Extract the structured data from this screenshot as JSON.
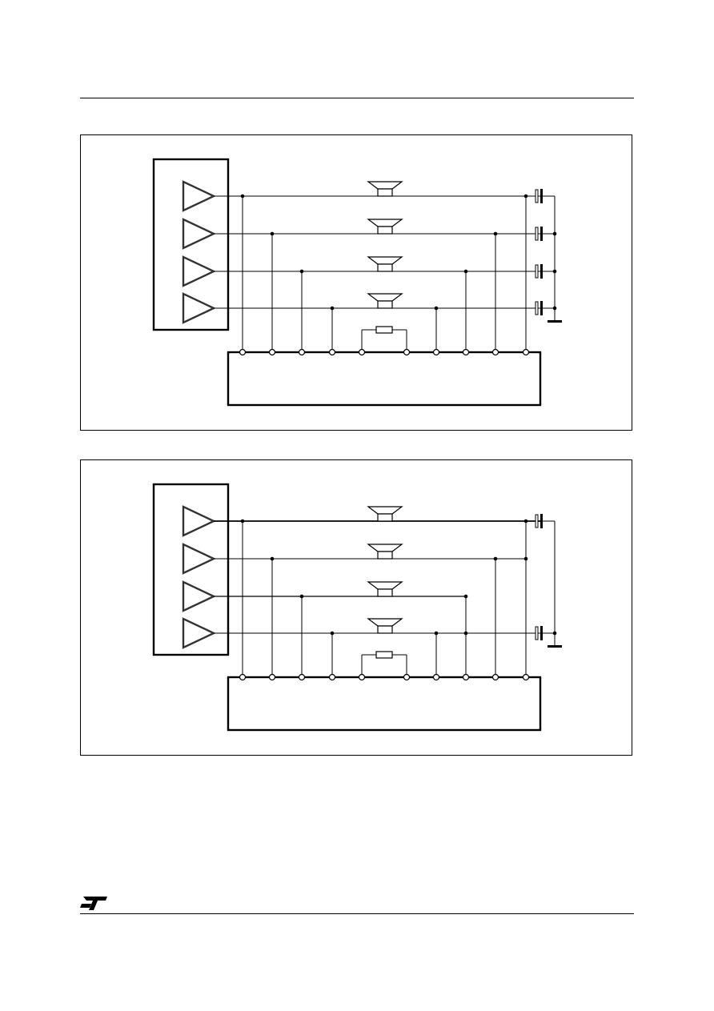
{
  "page": {
    "logo_text": "ST",
    "colors": {
      "ink": "#000000",
      "amp_fill": "#ffffff",
      "amp_stroke": "#333333"
    }
  },
  "figures": [
    {
      "id": "upper",
      "amplifiers": 4,
      "speakers": 4,
      "output_capacitors": 4,
      "connector_pins": 10,
      "ground_symbol": true
    },
    {
      "id": "lower",
      "amplifiers": 4,
      "speakers": 4,
      "output_capacitors": 2,
      "connector_pins": 10,
      "ground_symbol": true
    }
  ]
}
